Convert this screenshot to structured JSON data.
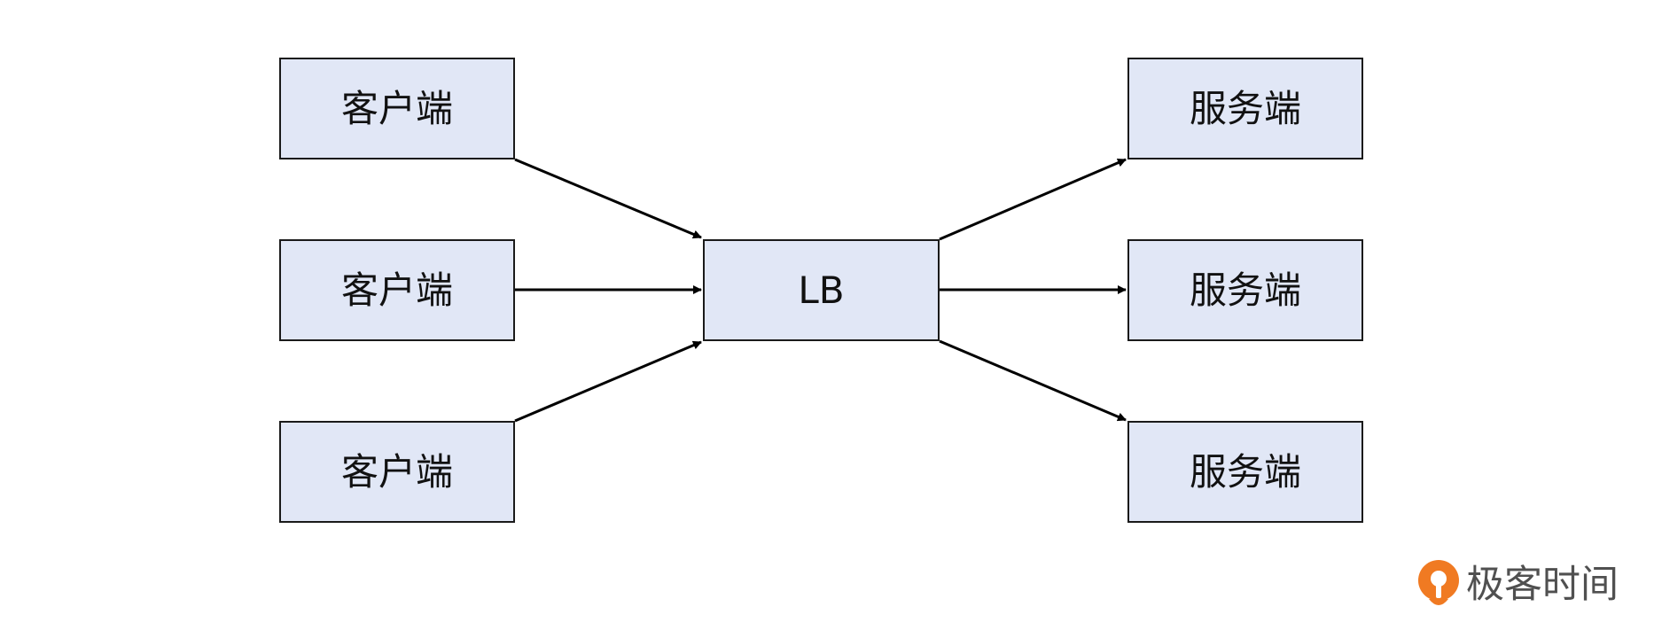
{
  "nodes": {
    "clients": [
      {
        "label": "客户端"
      },
      {
        "label": "客户端"
      },
      {
        "label": "客户端"
      }
    ],
    "load_balancer": {
      "label": "LB"
    },
    "servers": [
      {
        "label": "服务端"
      },
      {
        "label": "服务端"
      },
      {
        "label": "服务端"
      }
    ]
  },
  "edges": [
    {
      "from": "client-1",
      "to": "lb"
    },
    {
      "from": "client-2",
      "to": "lb"
    },
    {
      "from": "client-3",
      "to": "lb"
    },
    {
      "from": "lb",
      "to": "server-1"
    },
    {
      "from": "lb",
      "to": "server-2"
    },
    {
      "from": "lb",
      "to": "server-3"
    }
  ],
  "colors": {
    "node_fill": "#e1e7f6",
    "node_border": "#1a1a1a",
    "arrow": "#000000",
    "logo_accent": "#f07a22",
    "logo_text": "#505050"
  },
  "logo": {
    "text": "极客时间",
    "icon": "geektime-logo-icon"
  }
}
